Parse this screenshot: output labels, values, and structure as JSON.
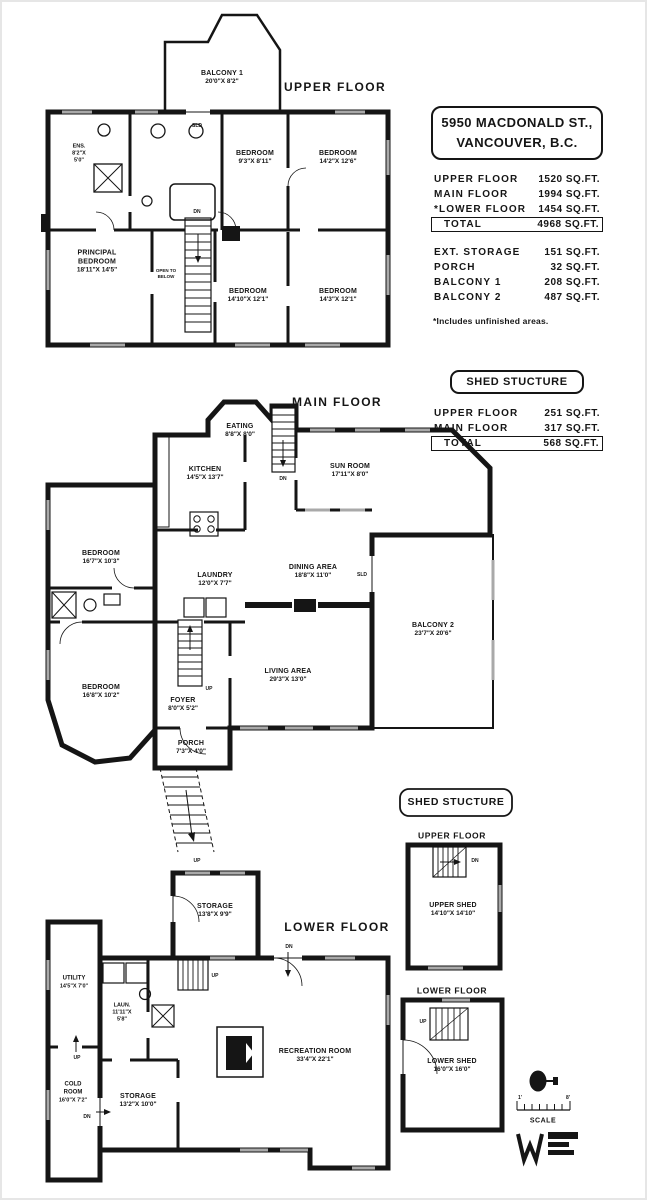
{
  "ink": "#151515",
  "labels": {
    "up": "UP",
    "dn": "DN",
    "sld": "SLD"
  },
  "info_panel": {
    "address_line1": "5950 MACDONALD ST.,",
    "address_line2": "VANCOUVER, B.C.",
    "rows": [
      {
        "label": "UPPER FLOOR",
        "value": "1520 SQ.FT."
      },
      {
        "label": "MAIN FLOOR",
        "value": "1994 SQ.FT."
      },
      {
        "label": "*LOWER FLOOR",
        "value": "1454 SQ.FT."
      },
      {
        "label": "TOTAL",
        "value": "4968 SQ.FT."
      }
    ],
    "extras": [
      {
        "label": "EXT. STORAGE",
        "value": "151 SQ.FT."
      },
      {
        "label": "PORCH",
        "value": "32 SQ.FT."
      },
      {
        "label": "BALCONY 1",
        "value": "208 SQ.FT."
      },
      {
        "label": "BALCONY 2",
        "value": "487 SQ.FT."
      }
    ],
    "footnote": "*Includes unfinished areas."
  },
  "shed_panel": {
    "title": "SHED STUCTURE",
    "rows": [
      {
        "label": "UPPER FLOOR",
        "value": "251 SQ.FT."
      },
      {
        "label": "MAIN FLOOR",
        "value": "317 SQ.FT."
      },
      {
        "label": "TOTAL",
        "value": "568 SQ.FT."
      }
    ]
  },
  "upper_floor": {
    "title": "UPPER FLOOR",
    "balcony1": {
      "name": "BALCONY 1",
      "dims": "20'0\"X 8'2\""
    },
    "ensuite": {
      "name": "ENS.",
      "dims1": "8'2\"X",
      "dims2": "5'0\""
    },
    "principal": {
      "line1": "PRINCIPAL",
      "line2": "BEDROOM",
      "dims": "18'11\"X 14'5\""
    },
    "open_below": {
      "line1": "OPEN TO",
      "line2": "BELOW"
    },
    "bedroom1": {
      "name": "BEDROOM",
      "dims": "9'3\"X 8'11\""
    },
    "bedroom2": {
      "name": "BEDROOM",
      "dims": "14'2\"X 12'6\""
    },
    "bedroom3": {
      "name": "BEDROOM",
      "dims": "14'10\"X 12'1\""
    },
    "bedroom4": {
      "name": "BEDROOM",
      "dims": "14'3\"X 12'1\""
    }
  },
  "main_floor": {
    "title": "MAIN FLOOR",
    "eating": {
      "name": "EATING",
      "dims": "8'8\"X 8'0\""
    },
    "kitchen": {
      "name": "KITCHEN",
      "dims": "14'5\"X 13'7\""
    },
    "sunroom": {
      "name": "SUN ROOM",
      "dims": "17'11\"X 8'0\""
    },
    "bedroom1": {
      "name": "BEDROOM",
      "dims": "16'7\"X 10'3\""
    },
    "laundry": {
      "name": "LAUNDRY",
      "dims": "12'0\"X 7'7\""
    },
    "dining": {
      "name": "DINING AREA",
      "dims": "18'8\"X 11'0\""
    },
    "balcony2": {
      "name": "BALCONY 2",
      "dims": "23'7\"X 20'6\""
    },
    "bedroom2": {
      "name": "BEDROOM",
      "dims": "16'8\"X 10'2\""
    },
    "foyer": {
      "name": "FOYER",
      "dims": "8'0\"X 5'2\""
    },
    "living": {
      "name": "LIVING AREA",
      "dims": "29'3\"X 13'0\""
    },
    "porch": {
      "name": "PORCH",
      "dims": "7'3\"X 4'0\""
    }
  },
  "lower_floor": {
    "title": "LOWER FLOOR",
    "storage1": {
      "name": "STORAGE",
      "dims": "13'8\"X 9'9\""
    },
    "utility": {
      "name": "UTILITY",
      "dims": "14'5\"X 7'0\""
    },
    "laundry": {
      "line1": "LAUN.",
      "line2": "11'11\"X",
      "line3": "5'8\""
    },
    "cold_room": {
      "line1": "COLD",
      "line2": "ROOM",
      "dims": "16'0\"X 7'2\""
    },
    "storage2": {
      "name": "STORAGE",
      "dims": "13'2\"X 10'0\""
    },
    "recreation": {
      "name": "RECREATION ROOM",
      "dims": "33'4\"X 22'1\""
    }
  },
  "shed_plans": {
    "box_title": "SHED STUCTURE",
    "upper_title": "UPPER FLOOR",
    "upper_shed": {
      "name": "UPPER SHED",
      "dims": "14'10\"X 14'10\""
    },
    "lower_title": "LOWER FLOOR",
    "lower_shed": {
      "name": "LOWER SHED",
      "dims": "16'0\"X 16'0\""
    }
  },
  "scale_block": {
    "tick_left": "1'",
    "tick_right": "8'",
    "label": "SCALE"
  }
}
